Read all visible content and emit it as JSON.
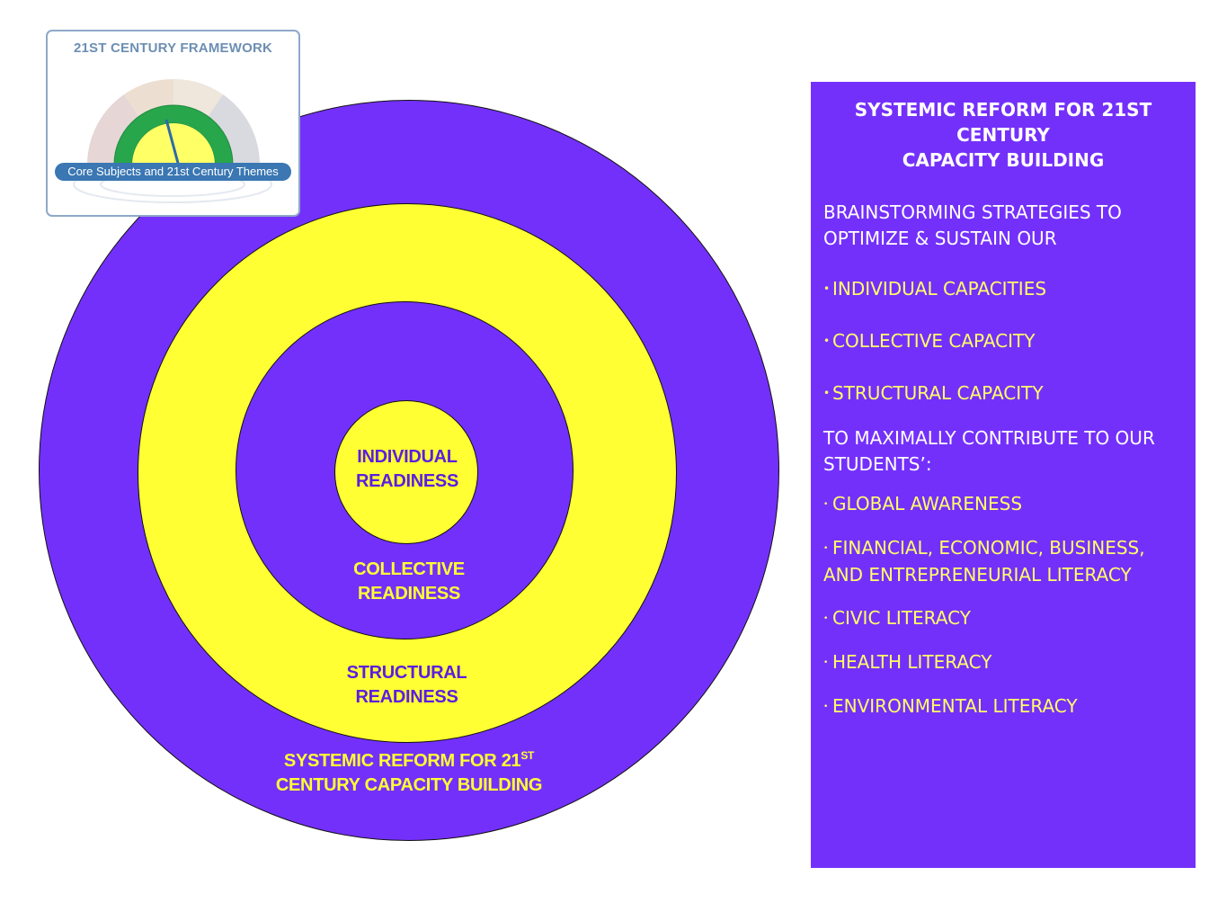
{
  "logo": {
    "title": "21ST CENTURY FRAMEWORK",
    "caption": "Core Subjects and 21st Century Themes"
  },
  "diagram": {
    "individual": [
      "INDIVIDUAL",
      "READINESS"
    ],
    "collective": [
      "COLLECTIVE",
      "READINESS"
    ],
    "structural": [
      "STRUCTURAL",
      "READINESS"
    ],
    "systemic": {
      "line1": "SYSTEMIC REFORM FOR 21",
      "sup": "ST",
      "line2": "CENTURY CAPACITY BUILDING"
    }
  },
  "panel": {
    "title_line1": "SYSTEMIC REFORM FOR 21ST CENTURY",
    "title_line2": "CAPACITY BUILDING",
    "intro": "BRAINSTORMING STRATEGIES TO OPTIMIZE & SUSTAIN OUR",
    "capacities": [
      "INDIVIDUAL CAPACITIES",
      "COLLECTIVE CAPACITY",
      "STRUCTURAL CAPACITY"
    ],
    "contribute": "TO MAXIMALLY CONTRIBUTE TO OUR STUDENTS’:",
    "literacies": [
      "GLOBAL AWARENESS",
      "FINANCIAL, ECONOMIC, BUSINESS, AND ENTREPRENEURIAL LITERACY",
      "CIVIC LITERACY",
      "HEALTH LITERACY",
      "ENVIRONMENTAL LITERACY"
    ]
  },
  "colors": {
    "purple": "#7430fb",
    "yellow": "#ffff33",
    "logo_blue": "#3a77b3"
  }
}
